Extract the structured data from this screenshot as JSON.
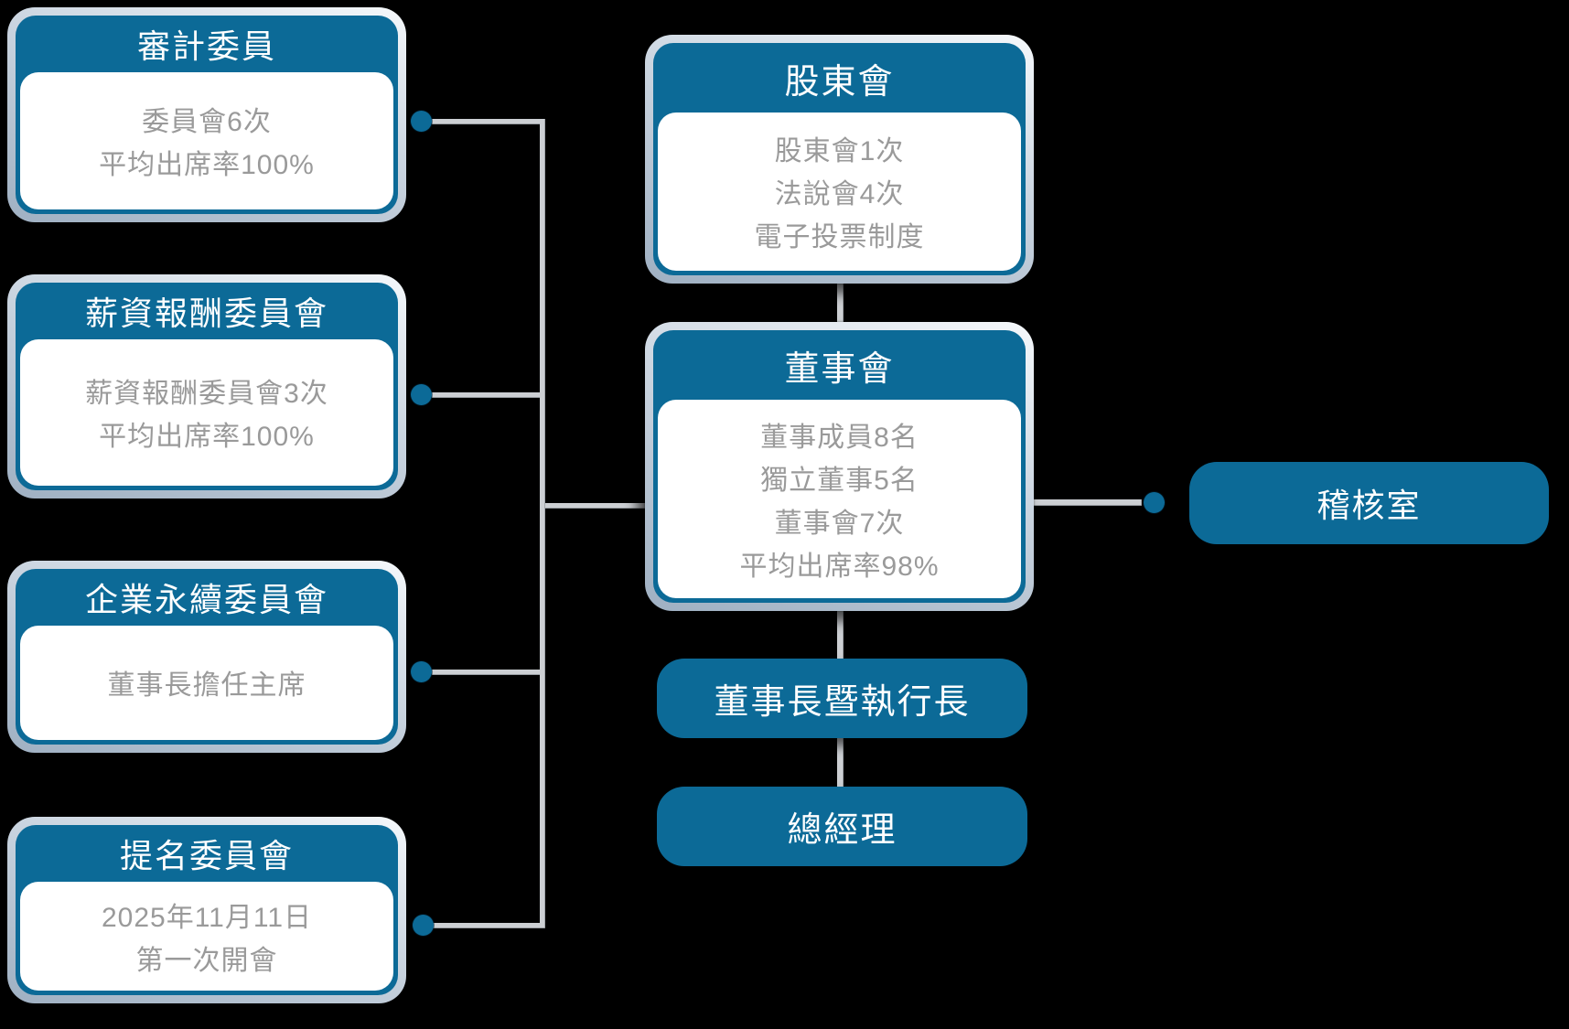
{
  "colors": {
    "background": "#000000",
    "primary_blue": "#0c6a97",
    "frame_light": "#f5f8fb",
    "frame_dark": "#9fb0c2",
    "connector_gray": "#cccfd3",
    "body_text_gray": "#9a9a9a",
    "header_text": "#ffffff"
  },
  "committees": [
    {
      "title": "審計委員",
      "lines": [
        "委員會6次",
        "平均出席率100%"
      ]
    },
    {
      "title": "薪資報酬委員會",
      "lines": [
        "薪資報酬委員會3次",
        "平均出席率100%"
      ]
    },
    {
      "title": "企業永續委員會",
      "lines": [
        "董事長擔任主席"
      ]
    },
    {
      "title": "提名委員會",
      "lines": [
        "2025年11月11日",
        "第一次開會"
      ]
    }
  ],
  "center": [
    {
      "title": "股東會",
      "lines": [
        "股東會1次",
        "法說會4次",
        "電子投票制度"
      ]
    },
    {
      "title": "董事會",
      "lines": [
        "董事成員8名",
        "獨立董事5名",
        "董事會7次",
        "平均出席率98%"
      ]
    }
  ],
  "executives": [
    {
      "label": "董事長暨執行長"
    },
    {
      "label": "總經理"
    }
  ],
  "audit_office": {
    "label": "稽核室"
  }
}
